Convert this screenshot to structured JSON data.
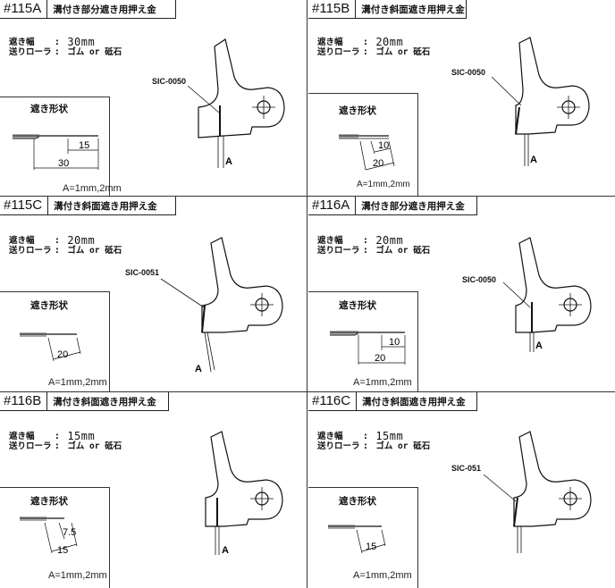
{
  "panels": [
    {
      "code": "#115A",
      "title": "溝付き部分遮き用押え金",
      "width_label": "遮き幅",
      "width_value": "30mm",
      "roller_label": "送りローラ",
      "roller_value": "ゴム or 砥石",
      "shape_label": "遮き形状",
      "part": "SIC-0050",
      "dims": [
        "15",
        "30"
      ],
      "note": "A=1mm,2mm",
      "a_label": "A"
    },
    {
      "code": "#115B",
      "title": "溝付き斜面遮き用押え金",
      "width_label": "遮き幅",
      "width_value": "20mm",
      "roller_label": "送りローラ",
      "roller_value": "ゴム or 砥石",
      "shape_label": "遮き形状",
      "part": "SIC-0050",
      "dims": [
        "10",
        "20"
      ],
      "note": "A=1mm,2mm",
      "a_label": "A"
    },
    {
      "code": "#115C",
      "title": "溝付き斜面遮き用押え金",
      "width_label": "遮き幅",
      "width_value": "20mm",
      "roller_label": "送りローラ",
      "roller_value": "ゴム or 砥石",
      "shape_label": "遮き形状",
      "part": "SIC-0051",
      "dims": [
        "20"
      ],
      "note": "A=1mm,2mm",
      "a_label": "A"
    },
    {
      "code": "#116A",
      "title": "溝付き部分遮き用押え金",
      "width_label": "遮き幅",
      "width_value": "20mm",
      "roller_label": "送りローラ",
      "roller_value": "ゴム or 砥石",
      "shape_label": "遮き形状",
      "part": "SIC-0050",
      "dims": [
        "10",
        "20"
      ],
      "note": "A=1mm,2mm",
      "a_label": "A"
    },
    {
      "code": "#116B",
      "title": "溝付き斜面遮き用押え金",
      "width_label": "遮き幅",
      "width_value": "15mm",
      "roller_label": "送りローラ",
      "roller_value": "ゴム or 砥石",
      "shape_label": "遮き形状",
      "part": "",
      "dims": [
        "7.5",
        "15"
      ],
      "note": "A=1mm,2mm",
      "a_label": "A"
    },
    {
      "code": "#116C",
      "title": "溝付き斜面遮き用押え金",
      "width_label": "遮き幅",
      "width_value": "15mm",
      "roller_label": "送りローラ",
      "roller_value": "ゴム or 砥石",
      "shape_label": "遮き形状",
      "part": "SIC-051",
      "dims": [
        "15"
      ],
      "note": "A=1mm,2mm",
      "a_label": "A"
    }
  ]
}
